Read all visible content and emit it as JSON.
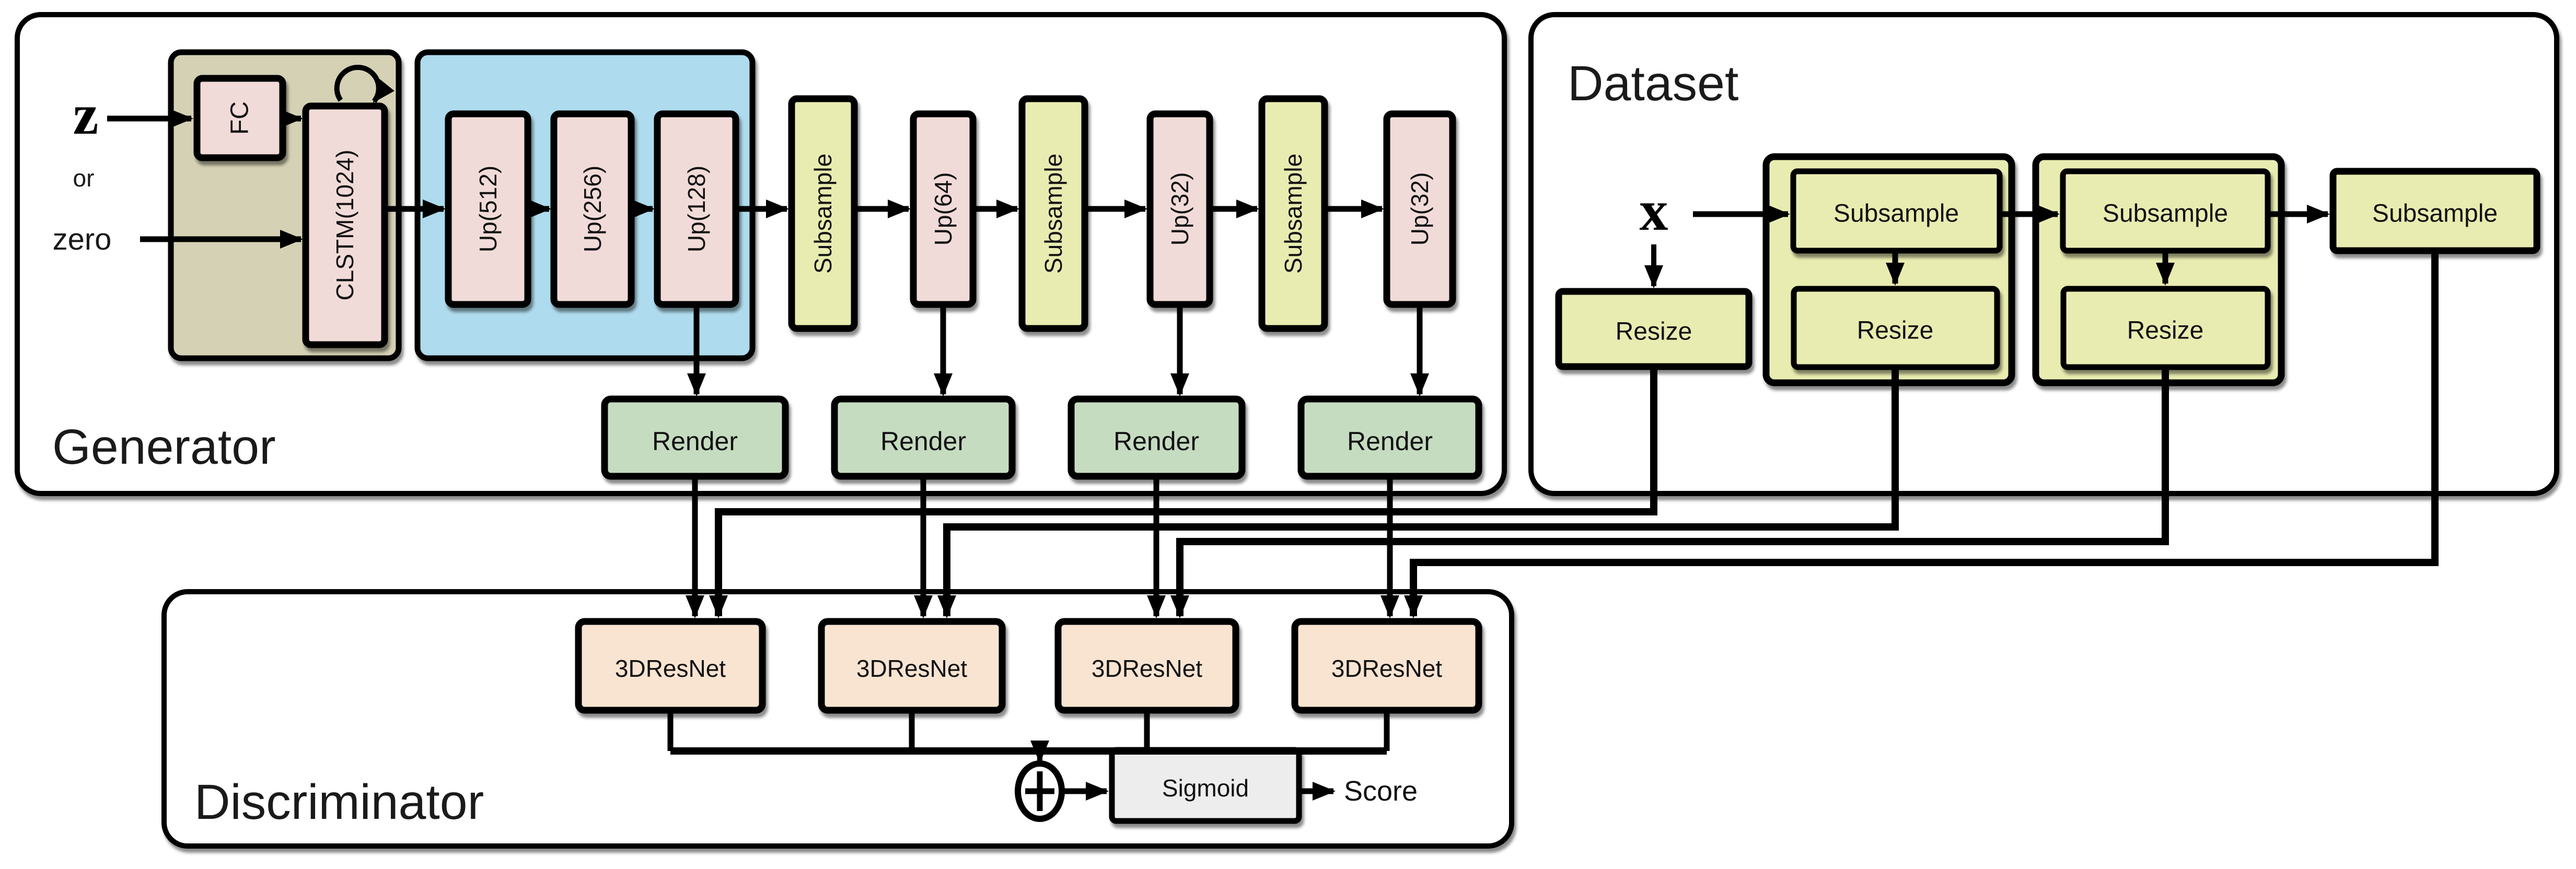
{
  "figure": {
    "type": "neural-network-architecture-diagram",
    "description": "GAN video-generation architecture: Generator with CLSTM and upsampling blocks feeding Render outputs, Dataset with subsample/resize pyramid, and multi-scale Discriminator with 3DResNet branches summed into a Sigmoid score"
  },
  "colors": {
    "white": "#ffffff",
    "pink": "#f1dbd8",
    "khaki": "#d5d1b5",
    "blue": "#aedbed",
    "yellow_green": "#e9ecb0",
    "green": "#c6dcc1",
    "peach": "#f9e4d2",
    "gray": "#ededed",
    "line": "#000000"
  },
  "generator": {
    "label": "Generator",
    "z_label": "z",
    "or_label": "or",
    "zero_label": "zero",
    "fc_label": "FC",
    "clstm_label": "CLSTM(1024)",
    "up_labels": [
      "Up(512)",
      "Up(256)",
      "Up(128)",
      "Up(64)",
      "Up(32)",
      "Up(32)"
    ],
    "subsample_labels": [
      "Subsample",
      "Subsample",
      "Subsample"
    ],
    "render_labels": [
      "Render",
      "Render",
      "Render",
      "Render"
    ]
  },
  "dataset": {
    "label": "Dataset",
    "x_label": "x",
    "subsample_labels": [
      "Subsample",
      "Subsample",
      "Subsample"
    ],
    "resize_labels": [
      "Resize",
      "Resize",
      "Resize"
    ]
  },
  "discriminator": {
    "label": "Discriminator",
    "resnet_labels": [
      "3DResNet",
      "3DResNet",
      "3DResNet",
      "3DResNet"
    ],
    "sum_symbol": "plus",
    "sigmoid_label": "Sigmoid",
    "score_label": "Score"
  }
}
